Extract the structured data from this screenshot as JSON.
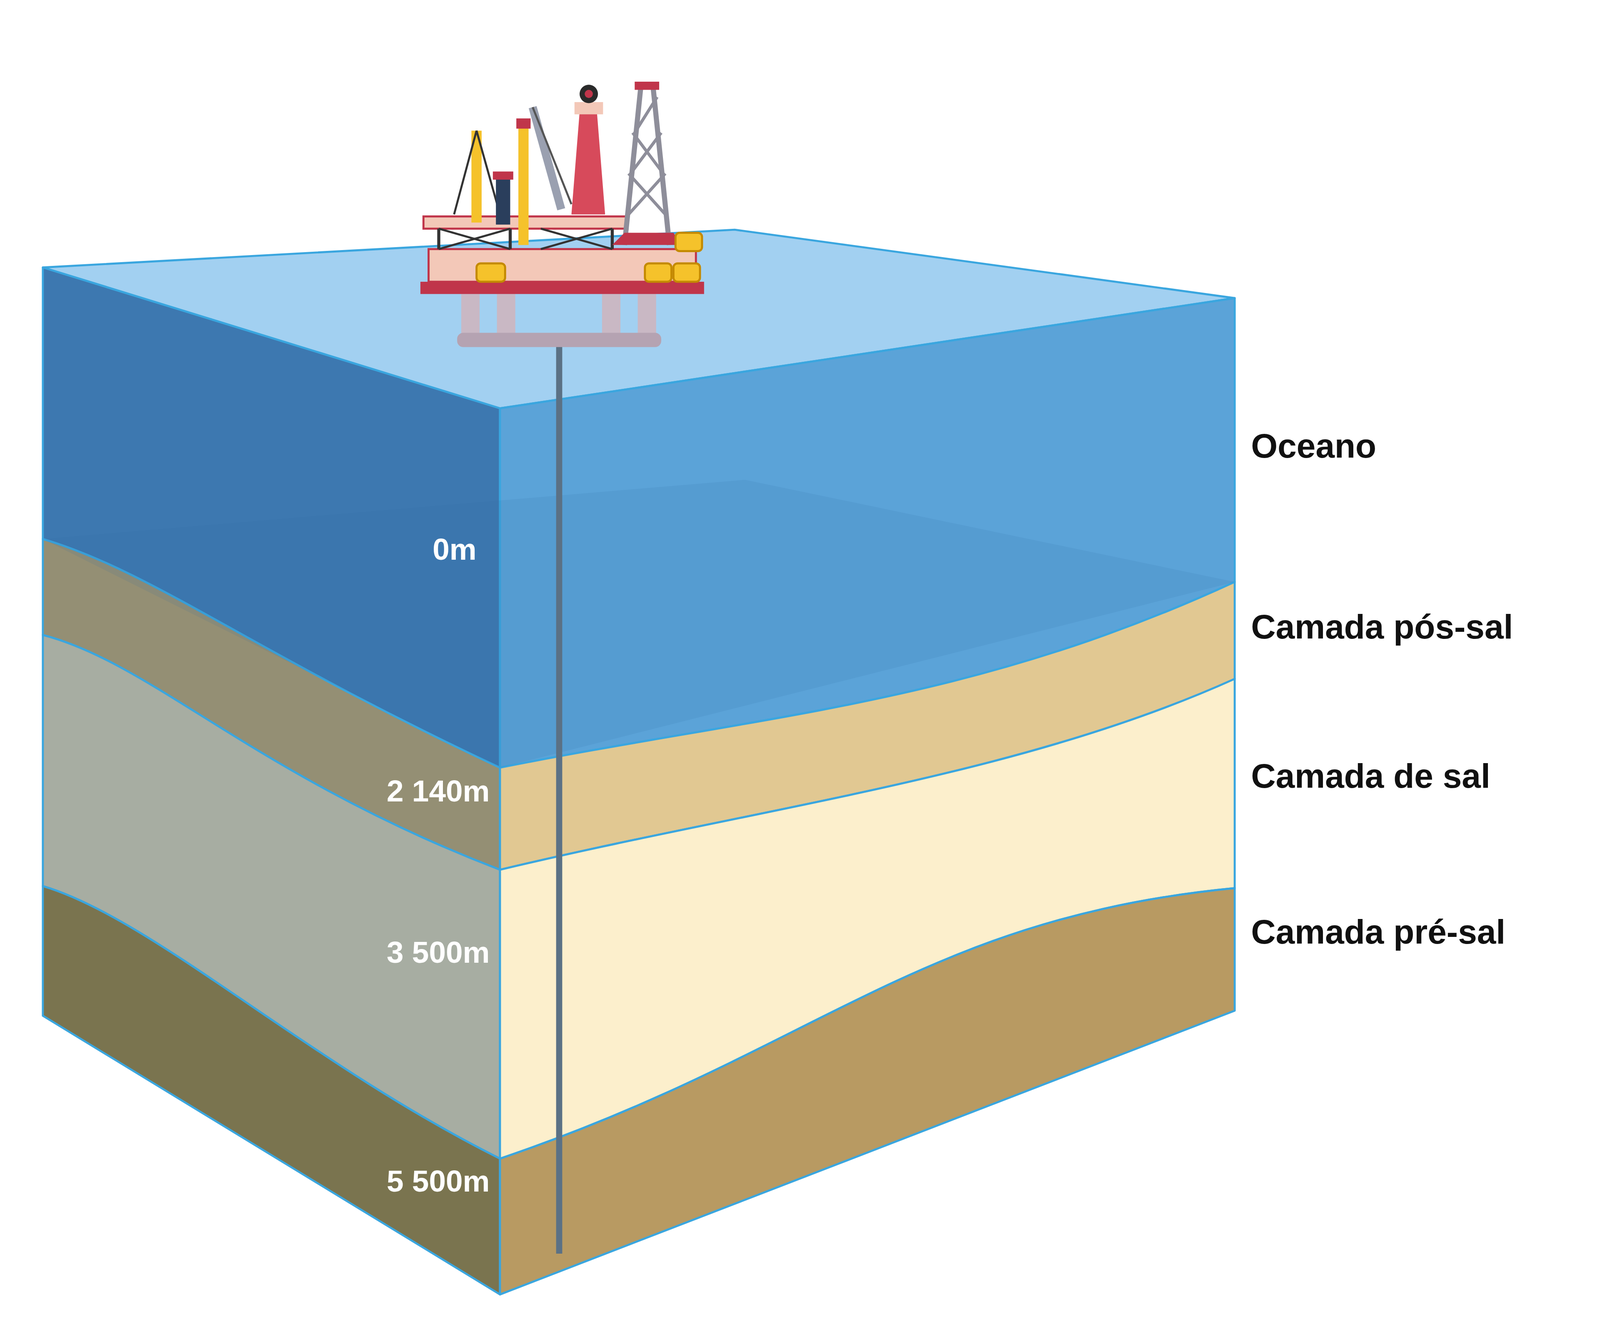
{
  "diagram": {
    "labels": [
      "0m",
      "Oceano",
      "Camada pós-sal",
      "2 140m",
      "Camada de sal",
      "3 500m",
      "Camada pré-sal",
      "5 500m"
    ]
  }
}
